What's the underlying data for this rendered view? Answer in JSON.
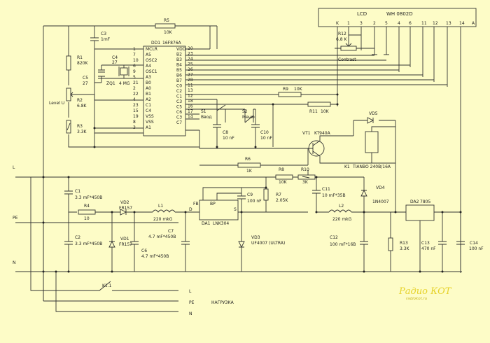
{
  "lcd": {
    "title": "LCD",
    "model": "WH 0802D",
    "pins": [
      "K",
      "1",
      "3",
      "2",
      "5",
      "4",
      "6",
      "11",
      "12",
      "13",
      "14",
      "A"
    ]
  },
  "mcu": {
    "ref": "DD1",
    "part": "16F876A",
    "left_pins": [
      {
        "num": "1",
        "name": "MCLR"
      },
      {
        "num": "7",
        "name": "A5"
      },
      {
        "num": "10",
        "name": "OSC2"
      },
      {
        "num": "6",
        "name": "A4"
      },
      {
        "num": "9",
        "name": "OSC1"
      },
      {
        "num": "5",
        "name": "A3"
      },
      {
        "num": "21",
        "name": "B0"
      },
      {
        "num": "2",
        "name": "A0"
      },
      {
        "num": "22",
        "name": "B1"
      },
      {
        "num": "4",
        "name": "A2"
      },
      {
        "num": "23",
        "name": "C1"
      },
      {
        "num": "15",
        "name": "C4"
      },
      {
        "num": "19",
        "name": "VSS"
      },
      {
        "num": "8",
        "name": "VSS"
      },
      {
        "num": "3",
        "name": "A1"
      }
    ],
    "right_pins": [
      {
        "num": "20",
        "name": "VDD"
      },
      {
        "num": "23",
        "name": "B2"
      },
      {
        "num": "24",
        "name": "B3"
      },
      {
        "num": "25",
        "name": "B4"
      },
      {
        "num": "26",
        "name": "B5"
      },
      {
        "num": "27",
        "name": "B6"
      },
      {
        "num": "28",
        "name": "B7"
      },
      {
        "num": "11",
        "name": "C0"
      },
      {
        "num": "13",
        "name": "C2"
      },
      {
        "num": "12",
        "name": "C1"
      },
      {
        "num": "18",
        "name": "C3"
      },
      {
        "num": "16",
        "name": "C5"
      },
      {
        "num": "17",
        "name": "C6"
      },
      {
        "num": "14",
        "name": "C3"
      },
      {
        "num": "",
        "name": "C7"
      }
    ]
  },
  "labels": {
    "r5": "R5",
    "r5v": "10K",
    "c3": "C3",
    "c3v": "1mF",
    "c4": "C4",
    "c4v": "27",
    "c5": "C5",
    "c5v": "27",
    "zq1": "ZQ1",
    "zq1v": "4 MG",
    "r1": "R1",
    "r1v": "820K",
    "r2": "R2",
    "r2v": "6.8K",
    "r3": "R3",
    "r3v": "3.3K",
    "level": "Level U",
    "r12": "R12",
    "r12v": "6,8 K",
    "contrast": "Contrast",
    "r9": "R9",
    "r9v": "10K",
    "r11": "R11",
    "r11v": "10K",
    "s1": "S1",
    "s1v": "Ввод",
    "s2": "S2",
    "s2v": "Меню",
    "c8": "C8",
    "c8v": "10 nF",
    "c10": "C10",
    "c10v": "10 nF",
    "vt1": "VT1",
    "vt1v": "KT940A",
    "vd5": "VD5",
    "k1": "K1",
    "k1v": "TIANBO 240В/16А",
    "r6": "R6",
    "r6v": "1K",
    "r8": "R8",
    "r8v": "10K",
    "r10": "R10",
    "r10v": "3K",
    "r7": "R7",
    "r7v": "2.05K",
    "c9": "C9",
    "c9v": "100 nF",
    "c11": "C11",
    "c11v": "10 mF*35В",
    "vd4": "VD4",
    "vd4v": "1N4007",
    "l_in": "L",
    "pe_in": "PE",
    "n_in": "N",
    "c1": "C1",
    "c1v": "3.3 mF*450В",
    "c2": "C2",
    "c2v": "3.3 mF*450В",
    "r4": "R4",
    "r4v": "10",
    "vd2": "VD2",
    "vd2v": "FR157",
    "vd1": "VD1",
    "vd1v": "FR157",
    "l1": "L1",
    "l1v": "220 mkG",
    "c7": "C7",
    "c7v": "4.7 mF*450В",
    "c6": "C6",
    "c6v": "4.7 mF*450В",
    "da1": "DA1",
    "da1v": "LNK304",
    "fb": "FB",
    "bp": "BP",
    "d": "D",
    "s": "S",
    "vd3": "VD3",
    "vd3v": "UF4007 (ULTRA)",
    "l2": "L2",
    "l2v": "220 mkG",
    "c12": "C12",
    "c12v": "100 mF*16В",
    "da2": "DA2",
    "da2v": "7805",
    "r13": "R13",
    "r13v": "3.3K",
    "c13": "C13",
    "c13v": "470 nF",
    "c14": "C14",
    "c14v": "100 nF",
    "k11": "K1.1",
    "l_out": "L",
    "pe_out": "PE",
    "n_out": "N",
    "load": "НАГРУЗКА"
  },
  "watermark": {
    "logo": "Радио КОТ",
    "site": "radiokot.ru"
  }
}
